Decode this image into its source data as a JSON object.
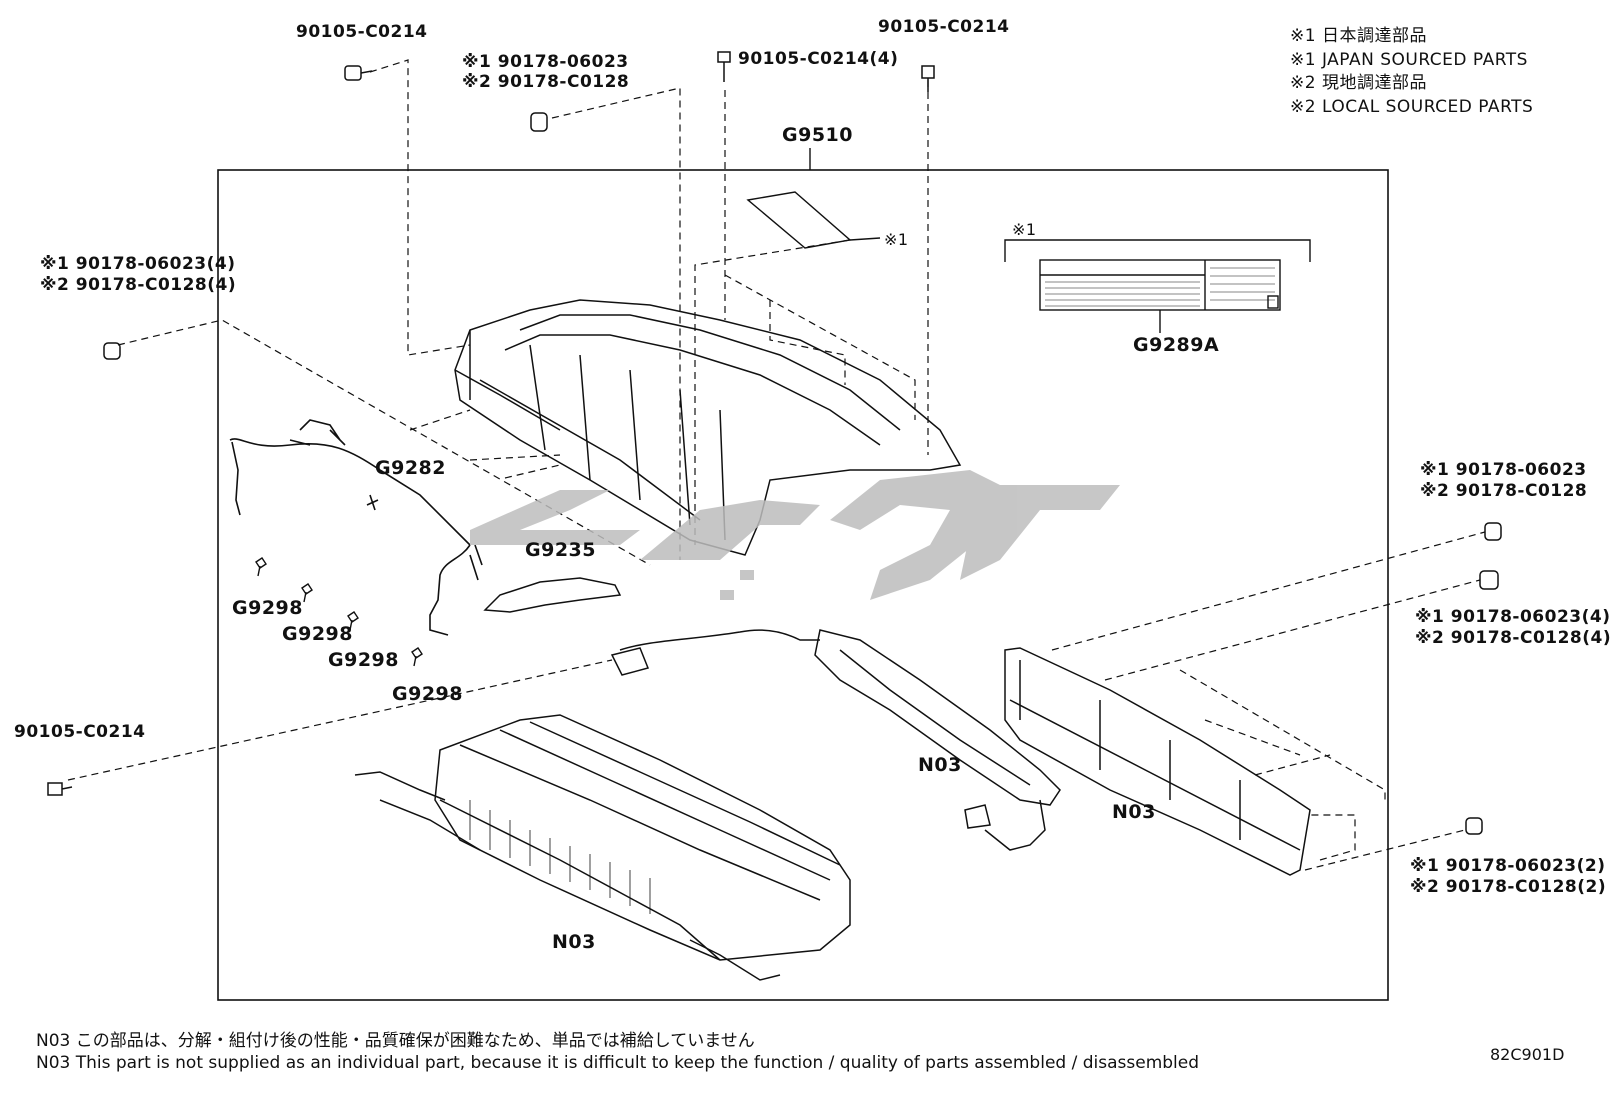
{
  "legend": [
    "※1 日本調達部品",
    "※1 JAPAN SOURCED PARTS",
    "※2 現地調達部品",
    "※2 LOCAL SOURCED PARTS"
  ],
  "labels": {
    "bolt_top_left": "90105-C0214",
    "nut_top_l1": "※1 90178-06023",
    "nut_top_l2": "※2 90178-C0128",
    "bolt_top_center": "90105-C0214(4)",
    "bolt_top_right": "90105-C0214",
    "cover": "G9510",
    "ref1_small": "※1",
    "label_ref": "※1",
    "label_part": "G9289A",
    "nut_left_l1": "※1 90178-06023(4)",
    "nut_left_l2": "※2 90178-C0128(4)",
    "wire": "G9282",
    "duct": "G9235",
    "clamp_a": "G9298",
    "clamp_b": "G9298",
    "clamp_c": "G9298",
    "clamp_d": "G9298",
    "bolt_bottom_left": "90105-C0214",
    "nut_right_a1": "※1 90178-06023",
    "nut_right_a2": "※2 90178-C0128",
    "nut_right_b1": "※1 90178-06023(4)",
    "nut_right_b2": "※2 90178-C0128(4)",
    "nut_right_c1": "※1 90178-06023(2)",
    "nut_right_c2": "※2 90178-C0128(2)",
    "n03_center": "N03",
    "n03_right": "N03",
    "n03_bottom": "N03"
  },
  "notes": [
    "N03  この部品は、分解・組付け後の性能・品質確保が困難なため、単品では補給していません",
    "N03  This part is not supplied as an individual part, because it is difficult to keep the function / quality of parts  assembled / disassembled"
  ],
  "diagram_code": "82C901D"
}
